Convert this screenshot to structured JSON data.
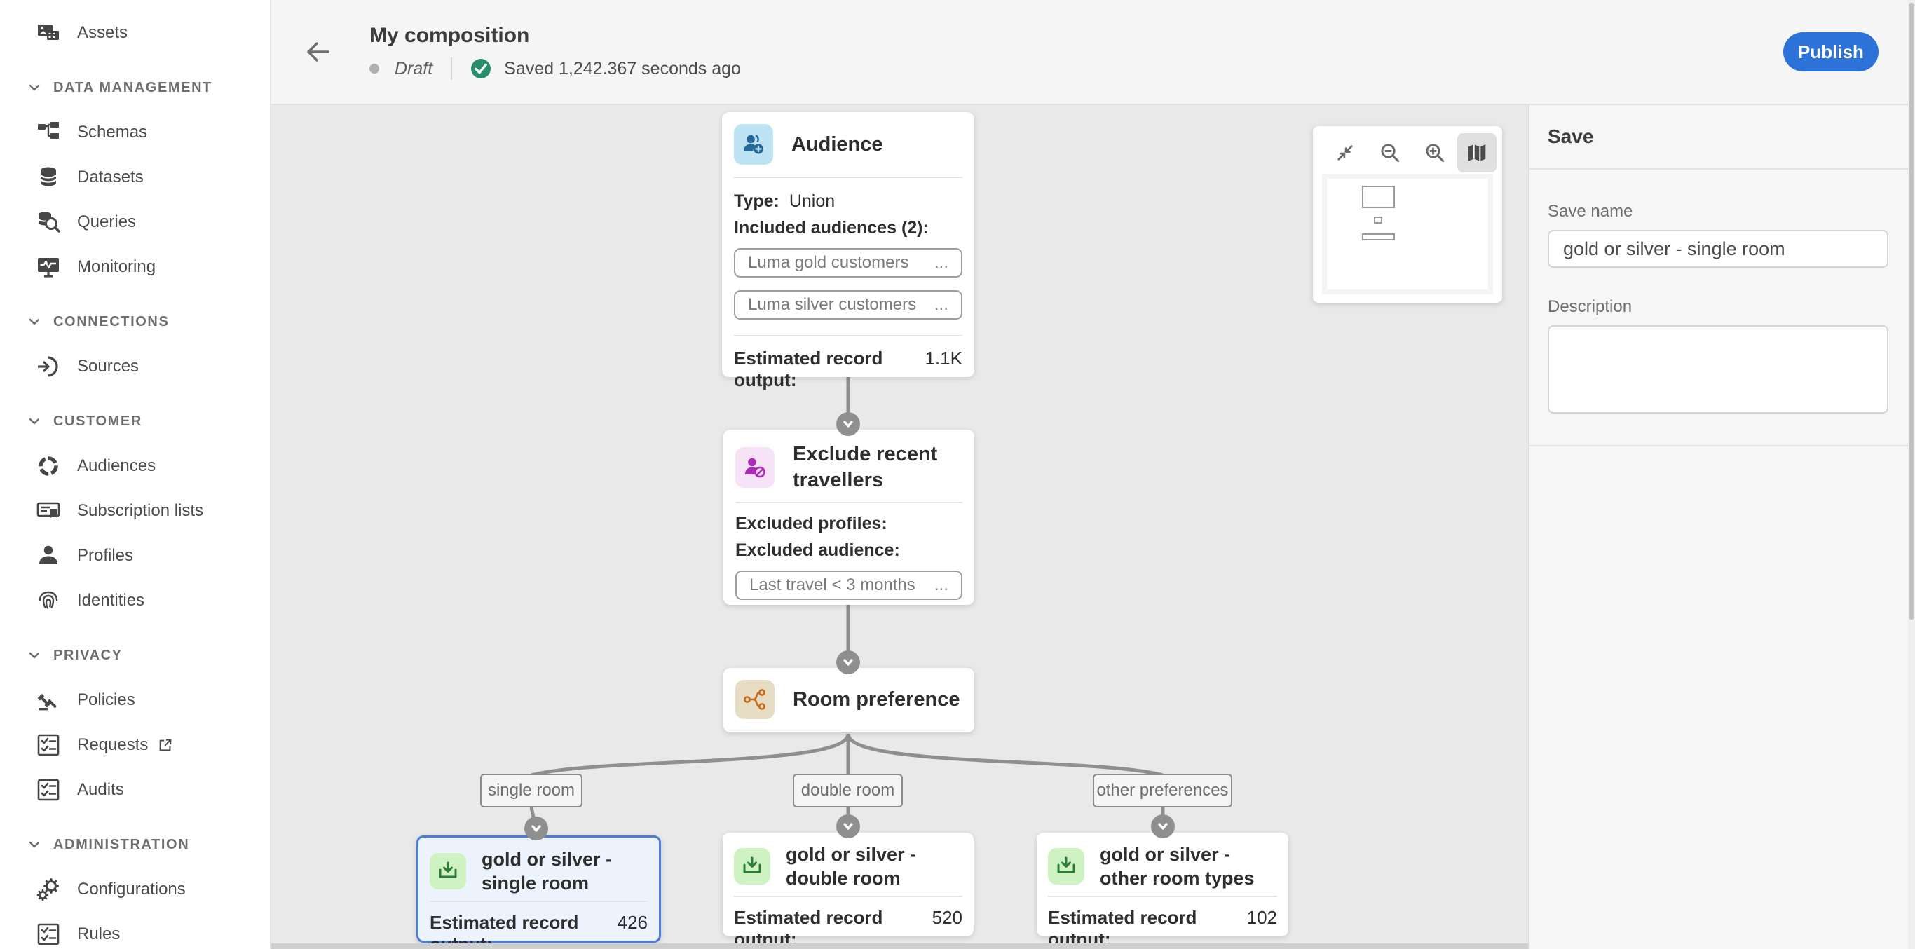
{
  "sidebar": {
    "items": [
      {
        "label": "Assets"
      },
      {
        "label": "DATA MANAGEMENT"
      },
      {
        "label": "Schemas"
      },
      {
        "label": "Datasets"
      },
      {
        "label": "Queries"
      },
      {
        "label": "Monitoring"
      },
      {
        "label": "CONNECTIONS"
      },
      {
        "label": "Sources"
      },
      {
        "label": "CUSTOMER"
      },
      {
        "label": "Audiences"
      },
      {
        "label": "Subscription lists"
      },
      {
        "label": "Profiles"
      },
      {
        "label": "Identities"
      },
      {
        "label": "PRIVACY"
      },
      {
        "label": "Policies"
      },
      {
        "label": "Requests"
      },
      {
        "label": "Audits"
      },
      {
        "label": "ADMINISTRATION"
      },
      {
        "label": "Configurations"
      },
      {
        "label": "Rules"
      }
    ]
  },
  "header": {
    "title": "My composition",
    "status": "Draft",
    "saved_text": "Saved 1,242.367 seconds ago",
    "publish_label": "Publish"
  },
  "canvas": {
    "audience_node": {
      "title": "Audience",
      "type_label": "Type:",
      "type_value": "Union",
      "included_label": "Included audiences (2):",
      "chips": [
        {
          "name": "Luma gold customers",
          "more": "..."
        },
        {
          "name": "Luma silver customers",
          "more": "..."
        }
      ],
      "output_label": "Estimated record output:",
      "output_value": "1.1K"
    },
    "exclude_node": {
      "title": "Exclude recent travellers",
      "profiles_label": "Excluded profiles:",
      "audience_label": "Excluded audience:",
      "chip": {
        "name": "Last travel < 3 months",
        "more": "..."
      }
    },
    "split_node": {
      "title": "Room preference"
    },
    "branch_labels": [
      "single room",
      "double room",
      "other preferences"
    ],
    "output_nodes": [
      {
        "title": "gold or silver - single room",
        "output_label": "Estimated record output:",
        "output_value": "426",
        "selected": true
      },
      {
        "title": "gold or silver - double room",
        "output_label": "Estimated record output:",
        "output_value": "520",
        "selected": false
      },
      {
        "title": "gold or silver - other room types",
        "output_label": "Estimated record output:",
        "output_value": "102",
        "selected": false
      }
    ],
    "toolbar": {
      "icons": [
        "fit-to-screen",
        "zoom-out",
        "zoom-in",
        "map"
      ],
      "active": "map"
    }
  },
  "panel": {
    "title": "Save",
    "name_label": "Save name",
    "name_value": "gold or silver - single room",
    "description_label": "Description",
    "description_value": ""
  },
  "colors": {
    "accent_blue": "#2d72d9",
    "status_green": "#268e6c",
    "selected_node_border": "#4a7cdb",
    "selected_node_bg": "#edf3fc",
    "audience_icon_bg": "#bee3f5",
    "audience_icon_fg": "#27689b",
    "exclude_icon_bg": "#f6e3f8",
    "exclude_icon_fg": "#ae2bb8",
    "split_icon_bg": "#e7dcc4",
    "split_icon_fg": "#c96a1c",
    "output_icon_bg": "#cff2c2",
    "output_icon_fg": "#2e7d3b",
    "connector": "#8f8f8f"
  }
}
